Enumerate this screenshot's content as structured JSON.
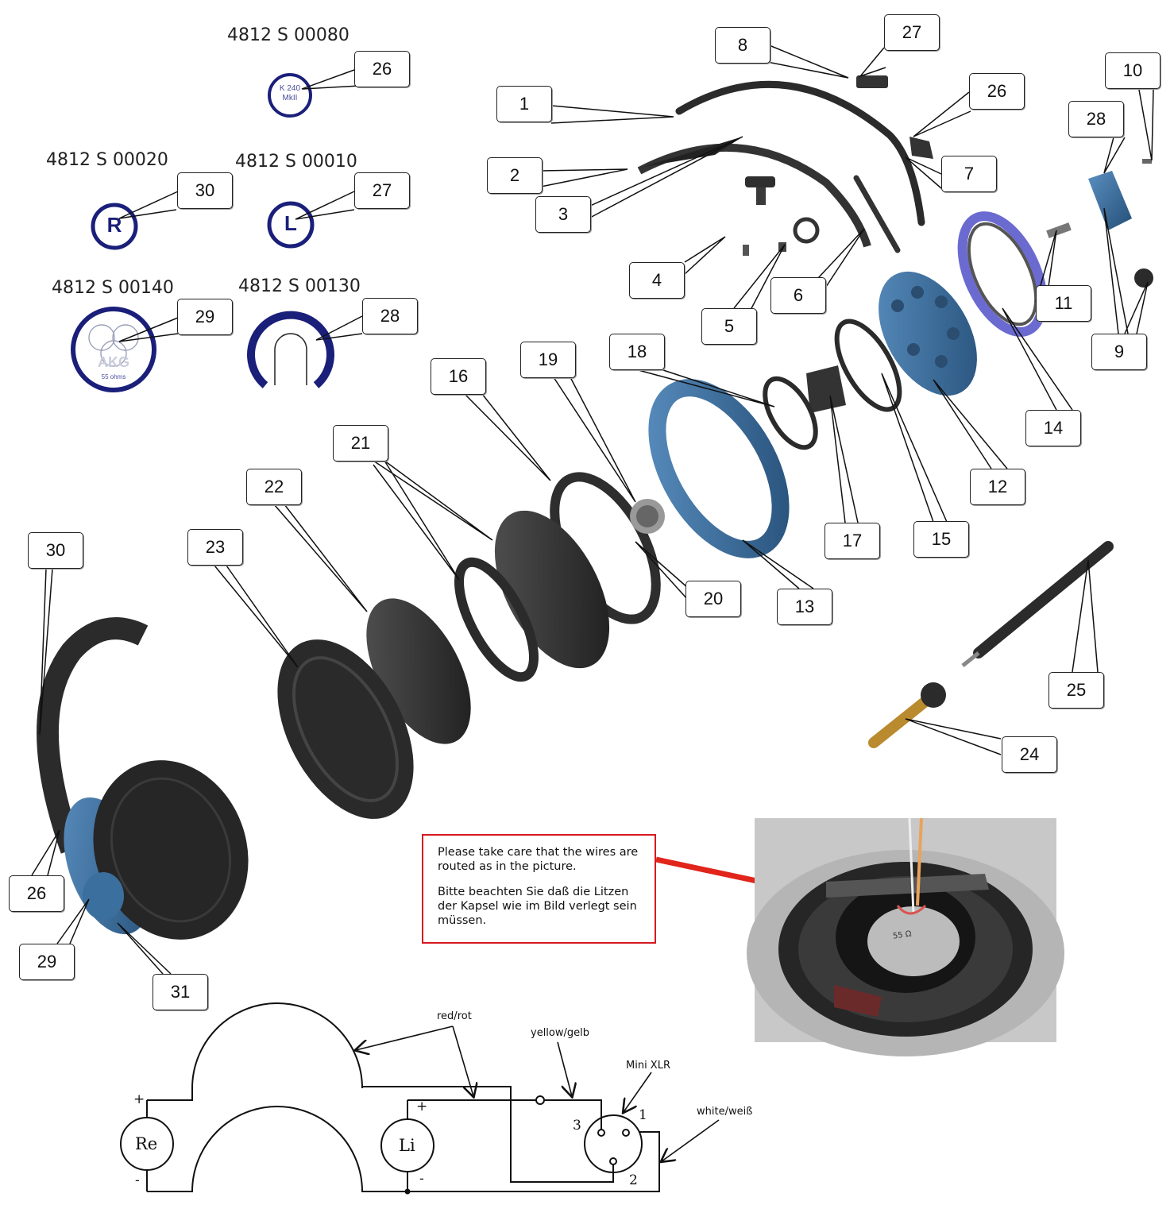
{
  "part_numbers": {
    "p26": "4812 S 00080",
    "p30": "4812 S 00020",
    "p27": "4812 S 00010",
    "p29": "4812 S 00140",
    "p28": "4812 S 00130"
  },
  "badges": {
    "k240_line1": "K 240",
    "k240_line2": "MkII",
    "right": "R",
    "left": "L",
    "akg_logo": "AKG",
    "ohms": "55 ohms"
  },
  "callouts": [
    {
      "id": "c26a",
      "label": "26"
    },
    {
      "id": "c30a",
      "label": "30"
    },
    {
      "id": "c27a",
      "label": "27"
    },
    {
      "id": "c29a",
      "label": "29"
    },
    {
      "id": "c28a",
      "label": "28"
    },
    {
      "id": "c8",
      "label": "8"
    },
    {
      "id": "c27b",
      "label": "27"
    },
    {
      "id": "c1",
      "label": "1"
    },
    {
      "id": "c26b",
      "label": "26"
    },
    {
      "id": "c10",
      "label": "10"
    },
    {
      "id": "c28b",
      "label": "28"
    },
    {
      "id": "c2",
      "label": "2"
    },
    {
      "id": "c7",
      "label": "7"
    },
    {
      "id": "c3",
      "label": "3"
    },
    {
      "id": "c4",
      "label": "4"
    },
    {
      "id": "c6",
      "label": "6"
    },
    {
      "id": "c11",
      "label": "11"
    },
    {
      "id": "c5",
      "label": "5"
    },
    {
      "id": "c9",
      "label": "9"
    },
    {
      "id": "c19",
      "label": "19"
    },
    {
      "id": "c18",
      "label": "18"
    },
    {
      "id": "c16",
      "label": "16"
    },
    {
      "id": "c14",
      "label": "14"
    },
    {
      "id": "c21",
      "label": "21"
    },
    {
      "id": "c12",
      "label": "12"
    },
    {
      "id": "c22",
      "label": "22"
    },
    {
      "id": "c17",
      "label": "17"
    },
    {
      "id": "c15",
      "label": "15"
    },
    {
      "id": "c30b",
      "label": "30"
    },
    {
      "id": "c23",
      "label": "23"
    },
    {
      "id": "c20",
      "label": "20"
    },
    {
      "id": "c13",
      "label": "13"
    },
    {
      "id": "c25",
      "label": "25"
    },
    {
      "id": "c24",
      "label": "24"
    },
    {
      "id": "c26c",
      "label": "26"
    },
    {
      "id": "c29b",
      "label": "29"
    },
    {
      "id": "c31",
      "label": "31"
    }
  ],
  "notice": {
    "en": "Please take care that the wires are routed as in the picture.",
    "de": "Bitte beachten Sie daß die Litzen der Kapsel wie im Bild verlegt sein müssen."
  },
  "photo": {
    "capsule_marking": "55 Ω"
  },
  "wiring": {
    "red": "red/rot",
    "yellow": "yellow/gelb",
    "xlr": "Mini XLR",
    "white": "white/weiß",
    "re": "Re",
    "li": "Li",
    "plus": "+",
    "minus": "-",
    "pin1": "1",
    "pin2": "2",
    "pin3": "3"
  },
  "colors": {
    "accent_blue": "#3a6f9e",
    "badge_navy": "#1a1f7a",
    "notice_red": "#d71920",
    "part_dark": "#2b2b2b"
  }
}
